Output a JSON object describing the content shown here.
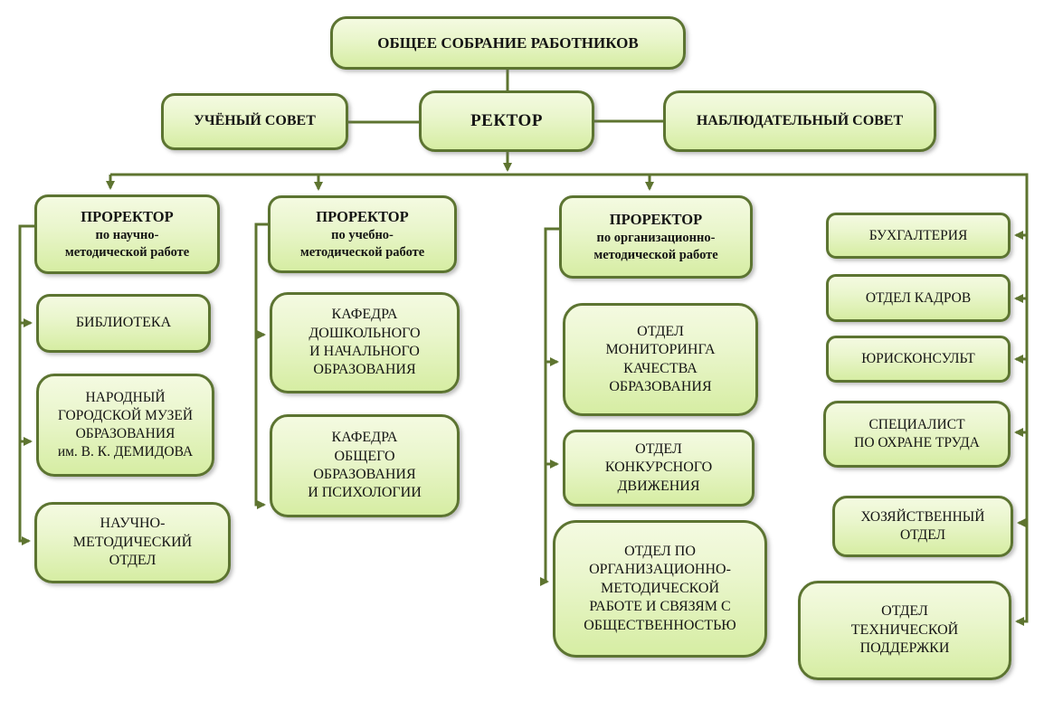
{
  "diagram": {
    "kind": "org-chart",
    "colors": {
      "box_border": "#5c7431",
      "box_fill_top": "#f4fae1",
      "box_fill_bottom": "#d6eda3",
      "connector": "#5e7430",
      "text": "#141414",
      "background": "#ffffff"
    }
  },
  "nodes": {
    "general_meeting": {
      "label": "ОБЩЕЕ СОБРАНИЕ РАБОТНИКОВ"
    },
    "academic_council": {
      "label": "УЧЁНЫЙ СОВЕТ"
    },
    "rector": {
      "label": "РЕКТОР"
    },
    "supervisory_council": {
      "label": "НАБЛЮДАТЕЛЬНЫЙ СОВЕТ"
    },
    "vice_rector_scientific": {
      "title": "ПРОРЕКТОР",
      "subtitle": "по научно-\nметодической работе"
    },
    "library": {
      "label": "БИБЛИОТЕКА"
    },
    "museum": {
      "label": "НАРОДНЫЙ\nГОРОДСКОЙ МУЗЕЙ\nОБРАЗОВАНИЯ\nим. В. К. ДЕМИДОВА"
    },
    "scientific_methodical_dept": {
      "label": "НАУЧНО-\nМЕТОДИЧЕСКИЙ\nОТДЕЛ"
    },
    "vice_rector_educational": {
      "title": "ПРОРЕКТОР",
      "subtitle": "по учебно-\nметодической работе"
    },
    "dept_preschool_primary": {
      "label": "КАФЕДРА\nДОШКОЛЬНОГО\nИ НАЧАЛЬНОГО\nОБРАЗОВАНИЯ"
    },
    "dept_general_psychology": {
      "label": "КАФЕДРА\nОБЩЕГО\nОБРАЗОВАНИЯ\nИ ПСИХОЛОГИИ"
    },
    "vice_rector_organizational": {
      "title": "ПРОРЕКТОР",
      "subtitle": "по организационно-\nметодической работе"
    },
    "monitoring_dept": {
      "label": "ОТДЕЛ\nМОНИТОРИНГА\nКАЧЕСТВА\nОБРАЗОВАНИЯ"
    },
    "contest_dept": {
      "label": "ОТДЕЛ\nКОНКУРСНОГО\nДВИЖЕНИЯ"
    },
    "org_methodical_pr_dept": {
      "label": "ОТДЕЛ ПО\nОРГАНИЗАЦИОННО-\nМЕТОДИЧЕСКОЙ\nРАБОТЕ И СВЯЗЯМ С\nОБЩЕСТВЕННОСТЬЮ"
    },
    "accounting": {
      "label": "БУХГАЛТЕРИЯ"
    },
    "hr_dept": {
      "label": "ОТДЕЛ КАДРОВ"
    },
    "legal_counsel": {
      "label": "ЮРИСКОНСУЛЬТ"
    },
    "labor_safety_specialist": {
      "label": "СПЕЦИАЛИСТ\nПО ОХРАНЕ ТРУДА"
    },
    "household_dept": {
      "label": "ХОЗЯЙСТВЕННЫЙ\nОТДЕЛ"
    },
    "tech_support_dept": {
      "label": "ОТДЕЛ\nТЕХНИЧЕСКОЙ\nПОДДЕРЖКИ"
    }
  }
}
